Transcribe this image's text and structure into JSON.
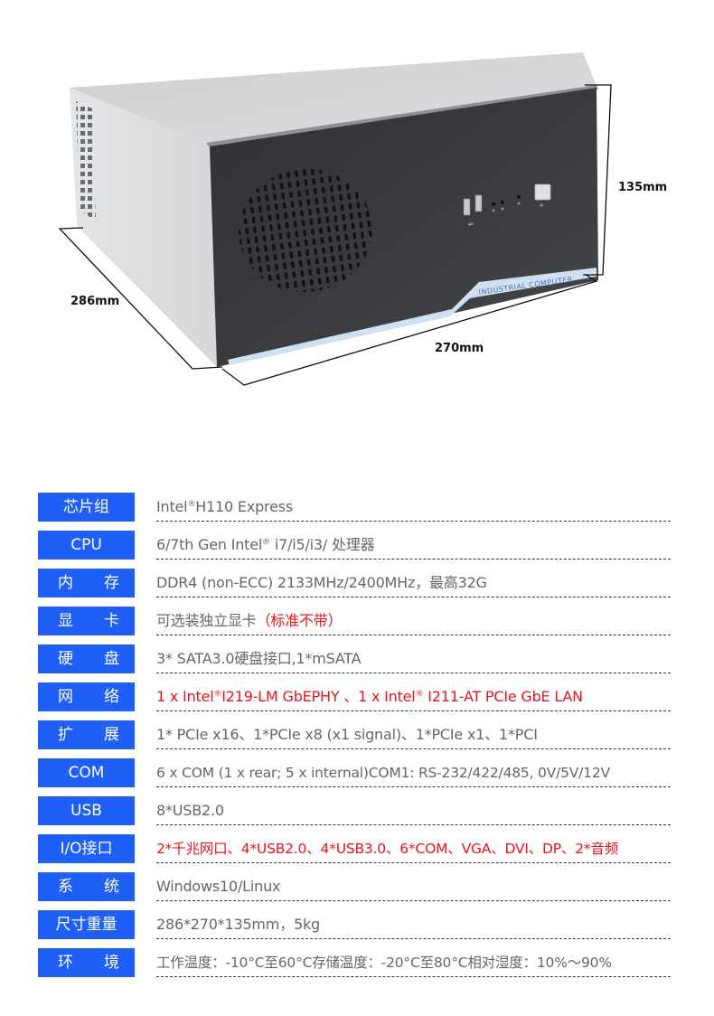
{
  "product_image": {
    "front_panel_text": "INDUSTRIAL  COMPUTER",
    "dimensions": {
      "height": "135mm",
      "width": "270mm",
      "depth": "286mm"
    },
    "colors": {
      "chassis": "#d8d9db",
      "front_panel": "#3a3c3f",
      "accent_stripe": "#cfe0f2",
      "dimension_lines": "#111111"
    }
  },
  "specs": {
    "label_color": "#1f5ff5",
    "highlight_color": "#e8141c",
    "rows": [
      {
        "label": "芯片组",
        "label_chars": [
          "芯片组"
        ],
        "value": "Intel®H110 Express",
        "value_pre": "Intel",
        "value_sup": "®",
        "value_post": "H110 Express",
        "highlight": false
      },
      {
        "label": "CPU",
        "label_chars": [
          "CPU"
        ],
        "value": "6/7th Gen Intel® i7/i5/i3/ 处理器",
        "value_pre": "6/7th Gen Intel",
        "value_sup": "®",
        "value_post": " i7/i5/i3/ 处理器",
        "highlight": false
      },
      {
        "label": "内存",
        "label_chars": [
          "内",
          "存"
        ],
        "value": "DDR4 (non-ECC) 2133MHz/2400MHz，最高32G",
        "highlight": false
      },
      {
        "label": "显卡",
        "label_chars": [
          "显",
          "卡"
        ],
        "value": "可选装独立显卡（标准不带）",
        "value_normal": "可选装独立显卡",
        "value_red": "（标准不带）",
        "highlight": "partial"
      },
      {
        "label": "硬盘",
        "label_chars": [
          "硬",
          "盘"
        ],
        "value": "3* SATA3.0硬盘接口,1*mSATA",
        "highlight": false
      },
      {
        "label": "网络",
        "label_chars": [
          "网",
          "络"
        ],
        "value": "1 x Intel®I219-LM GbEPHY 、1 x Intel® I211-AT PCIe GbE LAN",
        "value_pre": "1 x Intel",
        "value_sup": "®",
        "value_mid": "I219-LM GbEPHY 、1 x Intel",
        "value_sup2": "®",
        "value_post": " I211-AT PCIe GbE LAN",
        "highlight": true
      },
      {
        "label": "扩展",
        "label_chars": [
          "扩",
          "展"
        ],
        "value": "1* PCIe x16、1*PCIe x8 (x1 signal)、1*PCIe x1、1*PCI",
        "highlight": false
      },
      {
        "label": "COM",
        "label_chars": [
          "COM"
        ],
        "value": "6 x COM (1 x rear; 5 x internal)COM1: RS-232/422/485, 0V/5V/12V",
        "highlight": false
      },
      {
        "label": "USB",
        "label_chars": [
          "USB"
        ],
        "value": "8*USB2.0",
        "highlight": false
      },
      {
        "label": "I/O接口",
        "label_chars": [
          "I/O接口"
        ],
        "value": "2*千兆网口、4*USB2.0、4*USB3.0、6*COM、VGA、DVI、DP、2*音频",
        "highlight": true
      },
      {
        "label": "系统",
        "label_chars": [
          "系",
          "统"
        ],
        "value": "Windows10/Linux",
        "highlight": false
      },
      {
        "label": "尺寸重量",
        "label_chars": [
          "尺寸重量"
        ],
        "value": "286*270*135mm，5kg",
        "highlight": false
      },
      {
        "label": "环境",
        "label_chars": [
          "环",
          "境"
        ],
        "value": "工作温度：-10°C至60°C存储温度：-20°C至80°C相对湿度：10%～90%",
        "highlight": false
      }
    ]
  }
}
